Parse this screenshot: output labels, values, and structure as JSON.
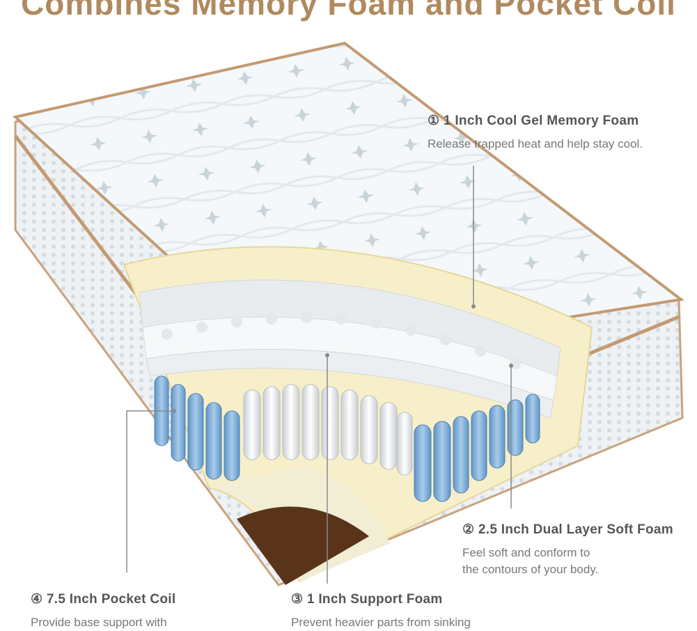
{
  "headline": "Combines Memory Foam and Pocket Coil",
  "brand_color": "#b08a5e",
  "layers": [
    {
      "title": "① 1 Inch Cool Gel Memory Foam",
      "desc": [
        "Release trapped heat and help stay cool."
      ]
    },
    {
      "title": "② 2.5 Inch Dual Layer Soft Foam",
      "desc": [
        "Feel soft and conform to",
        "the contours of your body."
      ]
    },
    {
      "title": "③ 1 Inch Support Foam",
      "desc": [
        "Prevent heavier parts from sinking"
      ]
    },
    {
      "title": "④ 7.5 Inch Pocket Coil",
      "desc": [
        "Provide base support with"
      ]
    }
  ]
}
